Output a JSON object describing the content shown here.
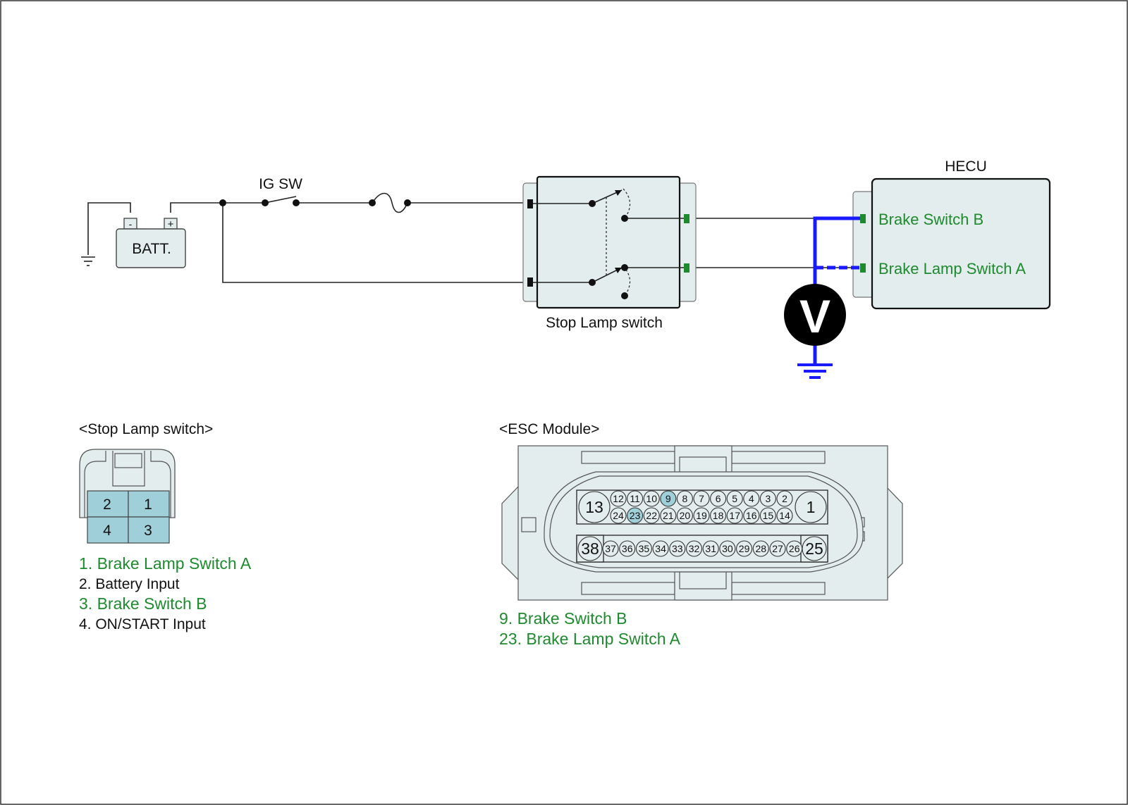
{
  "colors": {
    "box_fill": "#e3eded",
    "highlight": "#9fcfd8",
    "wire": "#222222",
    "probe": "#1a1aff",
    "green": "#1e8a2e",
    "connector_green": "#1e8a2e"
  },
  "labels": {
    "ig_sw": "IG SW",
    "batt": "BATT.",
    "batt_minus": "-",
    "batt_plus": "+",
    "stop_lamp_switch": "Stop Lamp switch",
    "hecu": "HECU",
    "brake_switch_b": "Brake Switch B",
    "brake_lamp_switch_a": "Brake Lamp Switch A",
    "voltmeter": "V"
  },
  "stop_lamp_connector": {
    "title": "<Stop Lamp switch>",
    "pins": [
      "2",
      "1",
      "4",
      "3"
    ],
    "legend": [
      {
        "text": "1. Brake Lamp Switch A",
        "color": "green"
      },
      {
        "text": "2. Battery Input",
        "color": "black"
      },
      {
        "text": "3. Brake Switch B",
        "color": "green"
      },
      {
        "text": "4. ON/START Input",
        "color": "black"
      }
    ]
  },
  "esc_module": {
    "title": "<ESC Module>",
    "big_pins": [
      "13",
      "1",
      "38",
      "25"
    ],
    "row1": [
      "12",
      "11",
      "10",
      "9",
      "8",
      "7",
      "6",
      "5",
      "4",
      "3",
      "2"
    ],
    "row2": [
      "24",
      "23",
      "22",
      "21",
      "20",
      "19",
      "18",
      "17",
      "16",
      "15",
      "14"
    ],
    "row3": [
      "37",
      "36",
      "35",
      "34",
      "33",
      "32",
      "31",
      "30",
      "29",
      "28",
      "27",
      "26"
    ],
    "highlighted_pins": [
      "9",
      "23"
    ],
    "legend": [
      {
        "text": "9. Brake Switch B",
        "color": "green"
      },
      {
        "text": "23. Brake Lamp Switch A",
        "color": "green"
      }
    ]
  }
}
